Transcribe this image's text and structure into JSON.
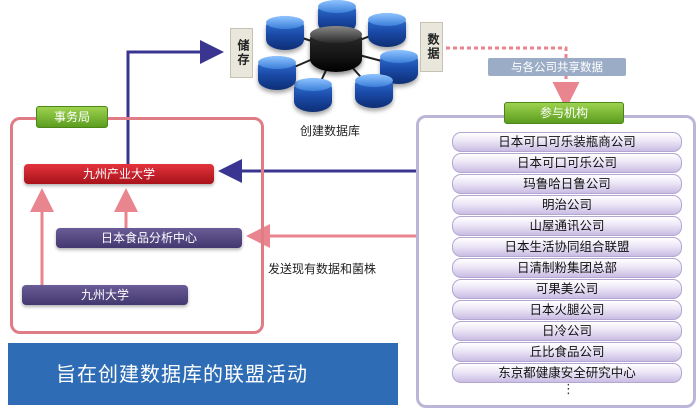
{
  "central": {
    "title": "创建数据库",
    "store_tag": "储存",
    "data_tag": "数据",
    "share_label": "与各公司共享数据"
  },
  "left": {
    "group_label": "事务局",
    "nodes": {
      "industry_univ": "九州产业大学",
      "food_center": "日本食品分析中心",
      "kyushu_univ": "九州大学"
    },
    "send_label": "发送现有数据和菌株"
  },
  "right": {
    "group_label": "参与机构",
    "members": [
      "日本可口可乐装瓶商公司",
      "日本可口可乐公司",
      "玛鲁哈日鲁公司",
      "明治公司",
      "山屋通讯公司",
      "日本生活协同组合联盟",
      "日清制粉集团总部",
      "可果美公司",
      "日本火腿公司",
      "日冷公司",
      "丘比食品公司",
      "东京都健康安全研究中心"
    ],
    "more": "⋮"
  },
  "banner": "旨在创建数据库的联盟活动",
  "colors": {
    "red": "#e3333d",
    "pink_arrow": "#e9858e",
    "navy_arrow": "#3a3590",
    "purple": "#5a4f8a",
    "lavender": "#bdb5d8",
    "green": "#6aae2a",
    "banner_blue": "#2e6db5"
  }
}
